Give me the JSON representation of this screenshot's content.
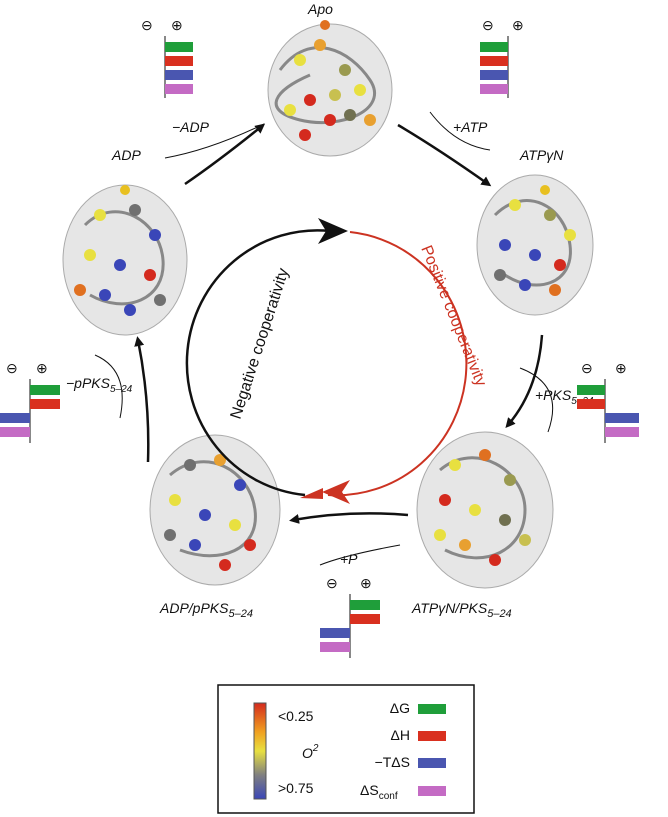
{
  "states": {
    "apo": "Apo",
    "atp": "ATPγN",
    "atp_pks": "ATPγN/PKS",
    "adp_ppks": "ADP/pPKS",
    "adp": "ADP",
    "pks_sub": "5–24"
  },
  "transitions": {
    "add_atp": "+ATP",
    "add_pks": "+PKS",
    "add_p": "+P",
    "remove_ppks": "−pPKS",
    "remove_adp": "−ADP",
    "pks_sub": "5–24"
  },
  "cycle": {
    "positive": "Positive cooperativity",
    "negative": "Negative cooperativity"
  },
  "bars": {
    "minus_symbol": "⊖",
    "plus_symbol": "⊕"
  },
  "legend": {
    "colorbar_low": "<0.25",
    "colorbar_high": ">0.75",
    "colorbar_label": "O",
    "colorbar_exp": "2",
    "dG": "ΔG",
    "dH": "ΔH",
    "TdS": "−TΔS",
    "dSconf": "ΔS",
    "dSconf_sub": "conf"
  },
  "colors": {
    "dG": "#1f9e3a",
    "dH": "#d9301f",
    "TdS": "#4a56b0",
    "dSconf": "#c46bc4",
    "positive": "#cc3322",
    "negative": "#111111"
  }
}
